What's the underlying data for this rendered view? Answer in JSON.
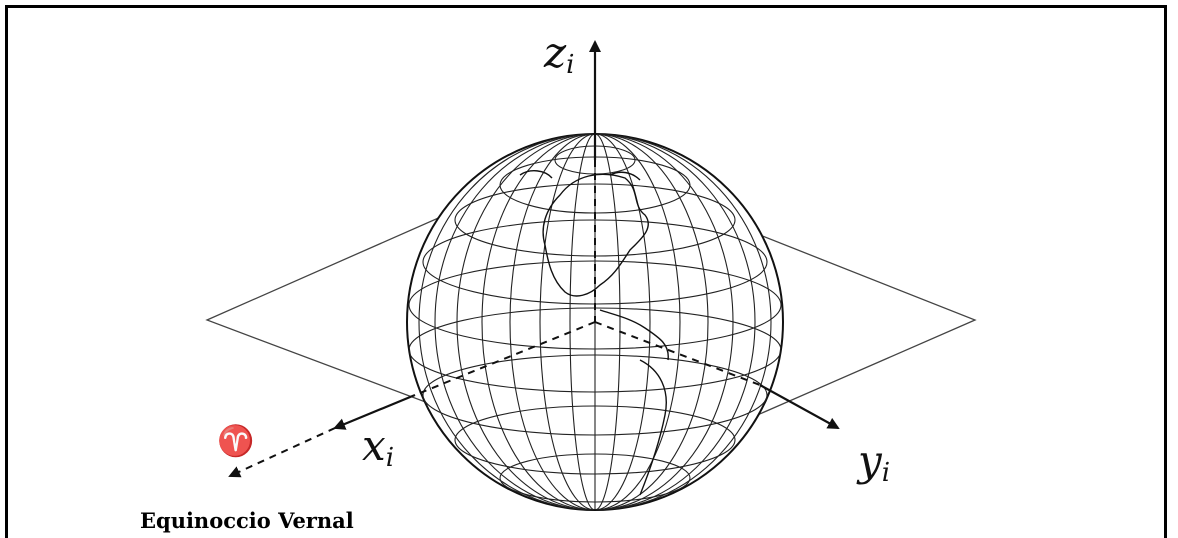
{
  "labels": {
    "z_axis": {
      "base": "z",
      "sub": "i"
    },
    "x_axis": {
      "base": "x",
      "sub": "i"
    },
    "y_axis": {
      "base": "y",
      "sub": "i"
    },
    "vernal_symbol": "♈",
    "caption": "Equinoccio Vernal"
  }
}
